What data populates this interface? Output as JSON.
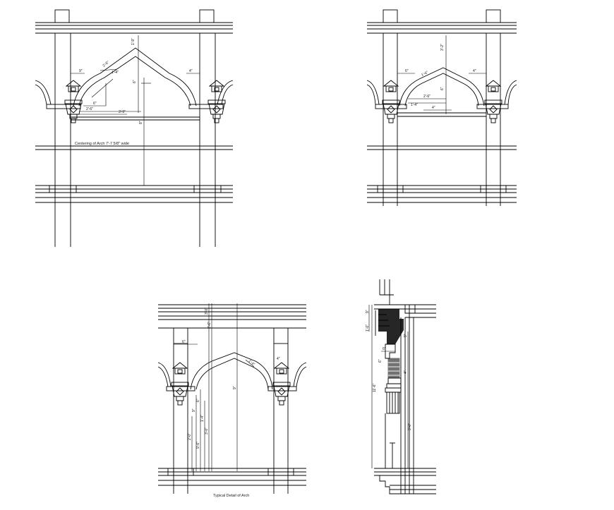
{
  "drawings": {
    "arch_a": {
      "caption": "Centering of Arch 7'-7 5/8\" wide"
    },
    "arch_c": {
      "caption": "Typical Detail of Arch"
    }
  },
  "dimension_marks": {
    "arch_a": [
      "2'-6\"",
      "1'-4\"",
      "9\"",
      "4\"",
      "1'-9\"",
      "3'-9\"",
      "6\"",
      "2'-6\"",
      "8\"",
      "6\""
    ],
    "arch_b": [
      "1'-6\"",
      "6\"",
      "4\"",
      "3'-2\"",
      "2'-6\"",
      "1'-4\"",
      "4\"",
      "6\""
    ],
    "arch_c": [
      "3'-0\"",
      "2'-6\"",
      "6\"",
      "1'-4\"",
      "4\"",
      "9\"",
      "6\"",
      "9\"",
      "1'-4\"",
      "2'-0\"",
      "9'-6\"",
      "3'-0\""
    ],
    "section": [
      "9\"",
      "1'-0\"",
      "6\"",
      "9\"",
      "4\"",
      "11'-6\"",
      "9'-0\"",
      "6\""
    ]
  }
}
